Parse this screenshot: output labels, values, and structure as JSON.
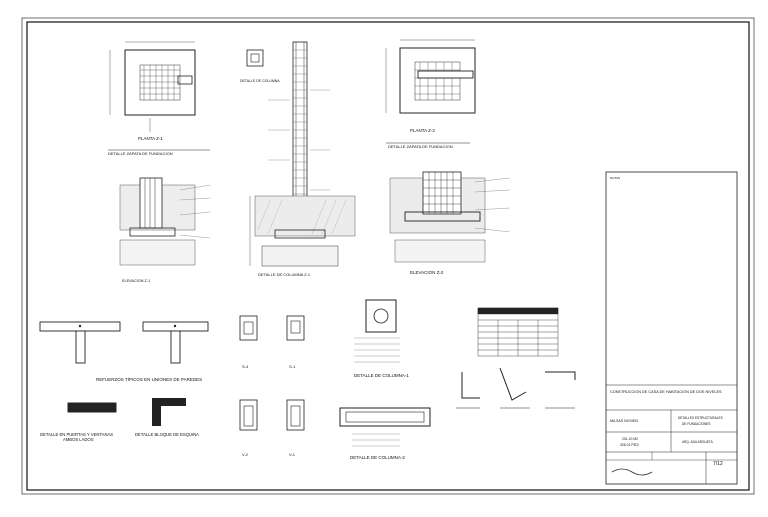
{
  "drawing": {
    "labels": {
      "planta_z1": "PLANTA Z-1",
      "detalle_zapata_1": "DETALLE ZAPATA DE FUNDACION",
      "detalle_columna": "DETALLE DE COLUMNA",
      "planta_z2": "PLANTA Z-2",
      "detalle_zapata_2": "DETALLE ZAPATA DE FUNDACION",
      "elevacion_z1": "ELEVACION Z-1",
      "detalle_columna_z1": "DETALLE DE COLUMNA Z-1",
      "elevacion_z2": "ELEVACION Z-2",
      "s4": "S-4",
      "s1": "S-1",
      "v2": "V-2",
      "v1": "V-1",
      "refuerzos": "REFUERZOS TÍPICOS EN UNIONES DE PAREDES",
      "detalle_columna1": "DETALLE DE COLUMNA-1",
      "detalle_columna2": "DETALLE DE COLUMNA-2",
      "detalle_puertas_1": "DETALLE EN PUERTAS Y VENTANAS",
      "detalle_puertas_2": "AMBOS LADOS",
      "detalle_bloque": "DETALLE BLOQUE DE ESQUINA"
    }
  },
  "title_block": {
    "notes_label": "NOTAS",
    "project_title": "CONSTRUCCION DE CASA DE HABITACION DE DOS NIVELES",
    "sheet_content_1": "DETALLES ESTRUCTURALES",
    "sheet_content_2": "DE FUNDACIONES",
    "scale_1": "201.10 M2",
    "scale_2": "326.01 PIE2",
    "owner": "MILSAS NOVIEN",
    "drawn_by": "ARQ. ADA ARGUETA",
    "sheet_number": "7/12"
  }
}
